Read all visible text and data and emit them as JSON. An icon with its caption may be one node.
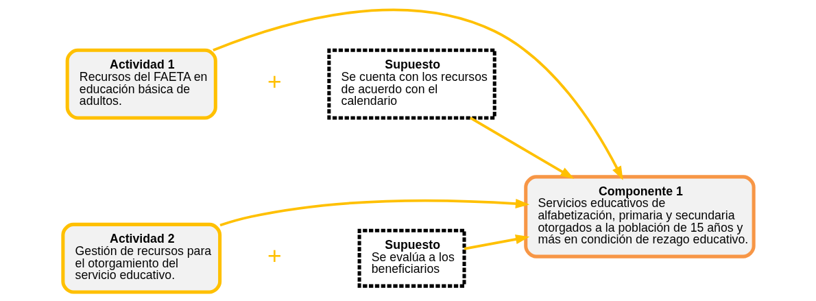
{
  "diagram": {
    "nodes": [
      {
        "text": [
          "Actividad 1",
          "Recursos del FAETA en educación básica de adultos."
        ]
      },
      {
        "text": [
          "Supuesto",
          "Se cuenta con los recursos de acuerdo con el calendario"
        ]
      },
      {
        "text": [
          "Actividad 2",
          "Gestión de recursos para el otorgamiento del servicio educativo."
        ]
      },
      {
        "text": [
          "Supuesto",
          "Se evalúa a los beneficiarios"
        ]
      },
      {
        "text": [
          "Componente 1",
          "Servicios educativos de alfabetización, primaria y secundaria otorgados a la población de 15 años y más en condición de rezago educativo."
        ]
      }
    ],
    "edges": [
      {
        "from": 0,
        "to": 4,
        "arrow": "to"
      },
      {
        "from": 1,
        "to": 4,
        "arrow": "to"
      },
      {
        "from": 2,
        "to": 4,
        "arrow": "to"
      },
      {
        "from": 3,
        "to": 4,
        "arrow": "to"
      }
    ],
    "labels": [
      "+",
      "+"
    ]
  }
}
